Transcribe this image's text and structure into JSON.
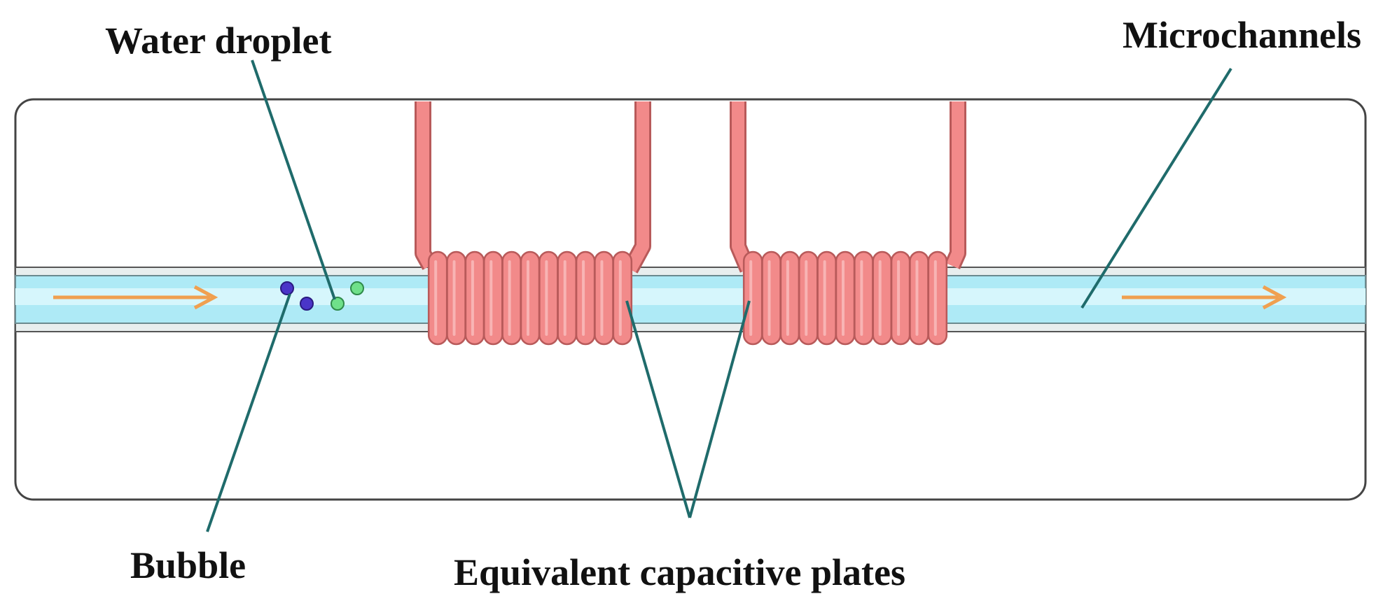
{
  "labels": {
    "water_droplet": "Water droplet",
    "microchannels": "Microchannels",
    "bubble": "Bubble",
    "capacitive_plates": "Equivalent capacitive plates"
  },
  "colors": {
    "channel_fill": "#aeeaf6",
    "channel_highlight": "#d6f6fc",
    "coil": "#f28a8a",
    "coil_edge": "#b85a5a",
    "arrow": "#f0a050",
    "leader_line": "#1f6b6b",
    "bubble": "#4a35c8",
    "droplet": "#6fe08a",
    "frame": "#444444"
  },
  "icons": {
    "flow_arrow_in": "flow-arrow-icon",
    "flow_arrow_out": "flow-arrow-icon"
  },
  "coils": [
    {
      "name": "coil-left",
      "turns": 11
    },
    {
      "name": "coil-right",
      "turns": 11
    }
  ]
}
